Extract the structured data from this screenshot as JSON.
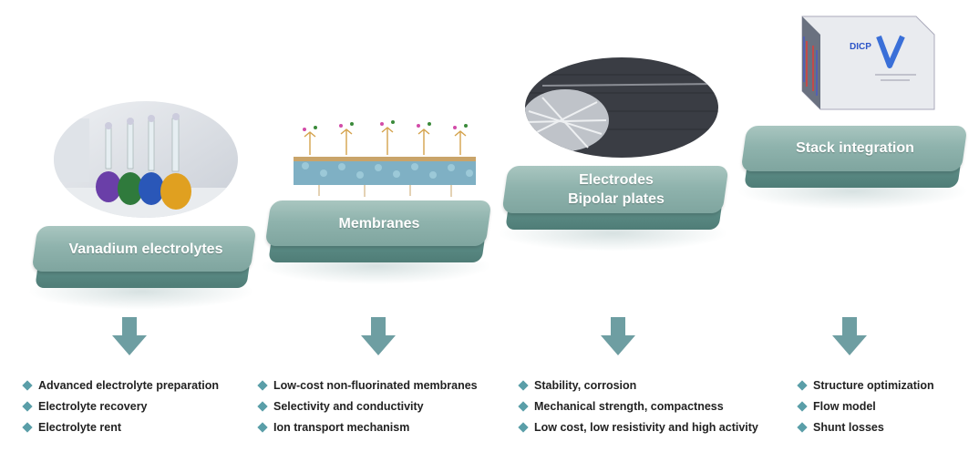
{
  "stages": [
    {
      "label": "Vanadium electrolytes",
      "label2": ""
    },
    {
      "label": "Membranes",
      "label2": ""
    },
    {
      "label": "Electrodes",
      "label2": "Bipolar plates"
    },
    {
      "label": "Stack integration",
      "label2": ""
    }
  ],
  "bullets": [
    [
      "Advanced electrolyte preparation",
      "Electrolyte recovery",
      "Electrolyte rent"
    ],
    [
      "Low-cost non-fluorinated membranes",
      "Selectivity and conductivity",
      "Ion transport mechanism"
    ],
    [
      "Stability, corrosion",
      "Mechanical strength, compactness",
      "Low cost, low resistivity and high activity"
    ],
    [
      "Structure optimization",
      "Flow model",
      "Shunt losses"
    ]
  ],
  "stack_label": "DICP",
  "colors": {
    "step_top": "#8fb3ad",
    "step_front": "#4f7d77",
    "arrow": "#6e9ea2",
    "bullet": "#5a9ea8"
  }
}
